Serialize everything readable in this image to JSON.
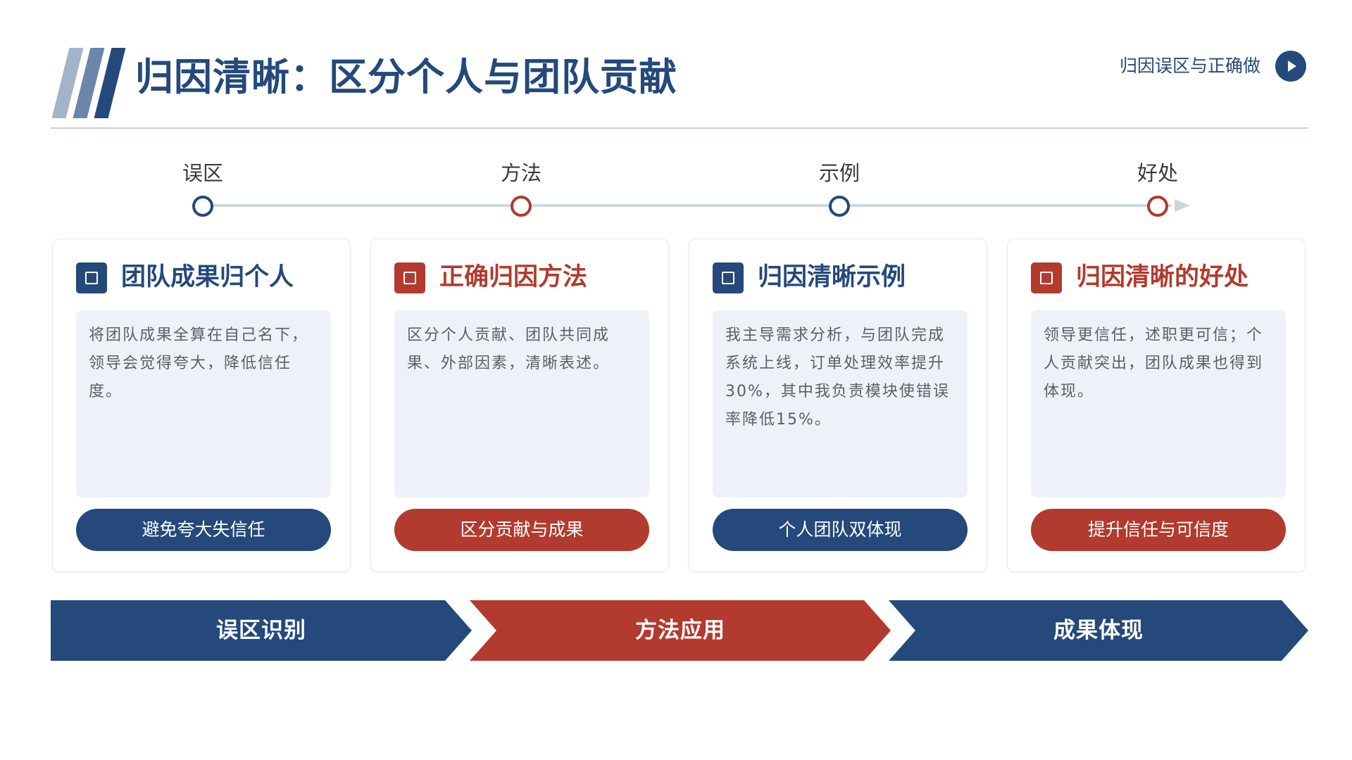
{
  "header": {
    "title": "归因清晰：区分个人与团队贡献",
    "next_label": "归因误区与正确做"
  },
  "colors": {
    "navy": "#24497a",
    "red": "#b23a2e",
    "slash_light": "#a3b3c9",
    "slash_mid": "#6b86a8"
  },
  "timeline": [
    {
      "label": "误区",
      "color": "#24497a"
    },
    {
      "label": "方法",
      "color": "#b23a2e"
    },
    {
      "label": "示例",
      "color": "#24497a"
    },
    {
      "label": "好处",
      "color": "#b23a2e"
    }
  ],
  "cards": [
    {
      "title": "团队成果归个人",
      "body": "将团队成果全算在自己名下，领导会觉得夸大，降低信任度。",
      "button": "避免夸大失信任",
      "color": "#24497a"
    },
    {
      "title": "正确归因方法",
      "body": "区分个人贡献、团队共同成果、外部因素，清晰表述。",
      "button": "区分贡献与成果",
      "color": "#b23a2e"
    },
    {
      "title": "归因清晰示例",
      "body": "我主导需求分析，与团队完成系统上线，订单处理效率提升30%，其中我负责模块使错误率降低15%。",
      "button": "个人团队双体现",
      "color": "#24497a"
    },
    {
      "title": "归因清晰的好处",
      "body": "领导更信任，述职更可信；个人贡献突出，团队成果也得到体现。",
      "button": "提升信任与可信度",
      "color": "#b23a2e"
    }
  ],
  "process": [
    {
      "label": "误区识别",
      "color": "#24497a"
    },
    {
      "label": "方法应用",
      "color": "#b23a2e"
    },
    {
      "label": "成果体现",
      "color": "#24497a"
    }
  ]
}
